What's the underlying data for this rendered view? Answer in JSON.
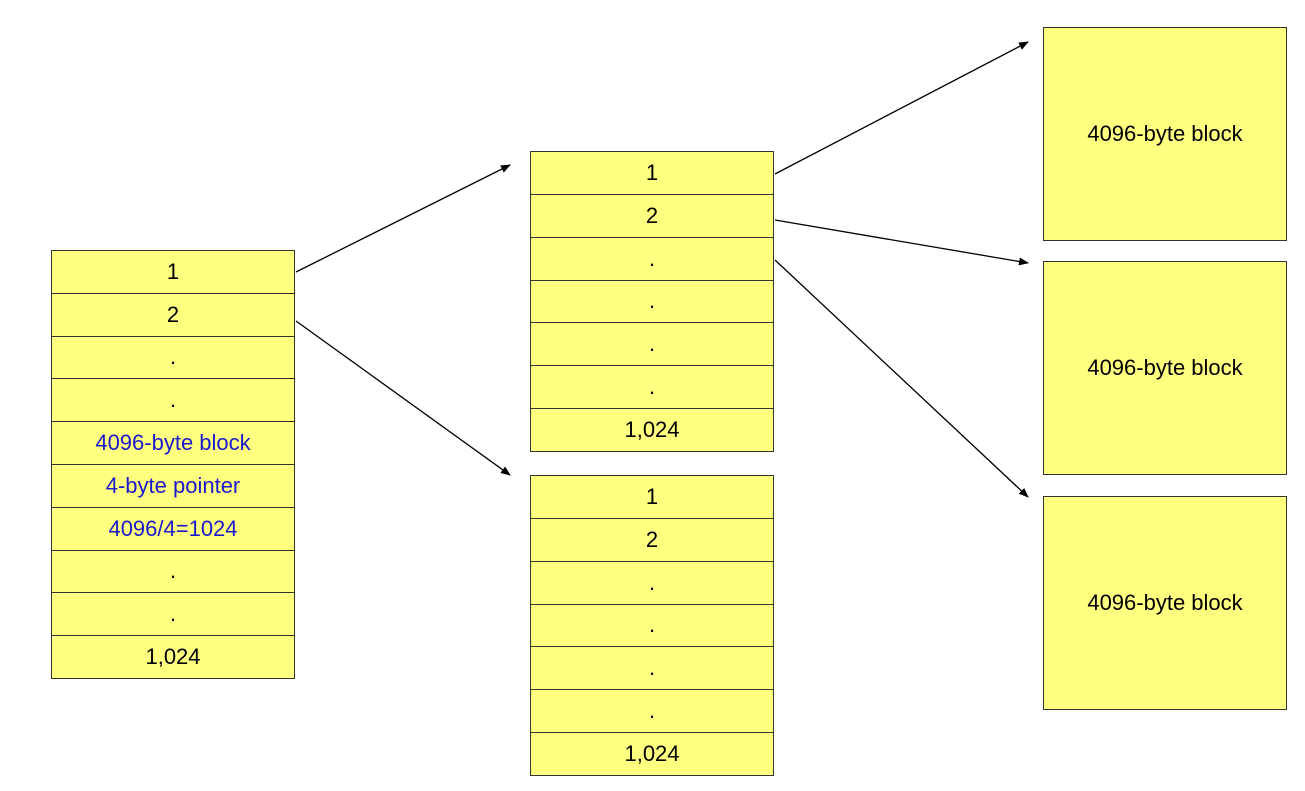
{
  "colors": {
    "fill": "#ffff80",
    "border": "#333333",
    "note_text": "#1a1acc",
    "text": "#000000"
  },
  "tables": [
    {
      "name": "first-level-index-table",
      "rows": [
        {
          "text": "1",
          "style": "normal"
        },
        {
          "text": "2",
          "style": "normal"
        },
        {
          "text": ".",
          "style": "normal"
        },
        {
          "text": ".",
          "style": "normal"
        },
        {
          "text": "4096-byte block",
          "style": "note"
        },
        {
          "text": "4-byte pointer",
          "style": "note"
        },
        {
          "text": "4096/4=1024",
          "style": "note"
        },
        {
          "text": ".",
          "style": "normal"
        },
        {
          "text": ".",
          "style": "normal"
        },
        {
          "text": "1,024",
          "style": "normal"
        }
      ]
    },
    {
      "name": "second-level-index-table-upper",
      "rows": [
        {
          "text": "1",
          "style": "normal"
        },
        {
          "text": "2",
          "style": "normal"
        },
        {
          "text": ".",
          "style": "normal"
        },
        {
          "text": ".",
          "style": "normal"
        },
        {
          "text": ".",
          "style": "normal"
        },
        {
          "text": ".",
          "style": "normal"
        },
        {
          "text": "1,024",
          "style": "normal"
        }
      ]
    },
    {
      "name": "second-level-index-table-lower",
      "rows": [
        {
          "text": "1",
          "style": "normal"
        },
        {
          "text": "2",
          "style": "normal"
        },
        {
          "text": ".",
          "style": "normal"
        },
        {
          "text": ".",
          "style": "normal"
        },
        {
          "text": ".",
          "style": "normal"
        },
        {
          "text": ".",
          "style": "normal"
        },
        {
          "text": "1,024",
          "style": "normal"
        }
      ]
    }
  ],
  "data_blocks": [
    {
      "label": "4096-byte block"
    },
    {
      "label": "4096-byte block"
    },
    {
      "label": "4096-byte block"
    }
  ]
}
